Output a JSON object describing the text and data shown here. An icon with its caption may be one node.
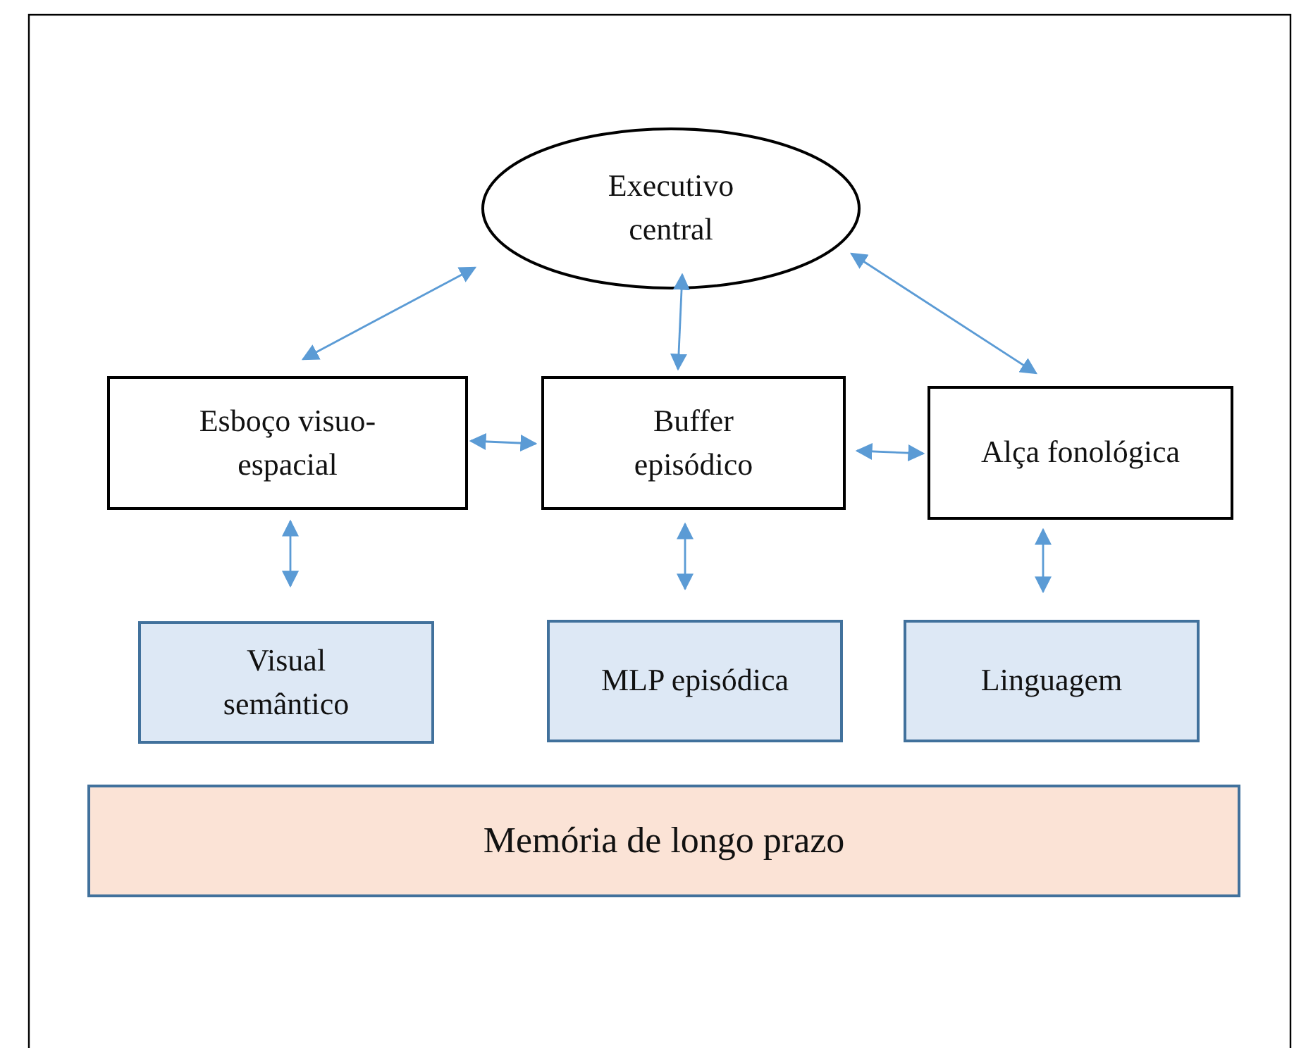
{
  "diagram": {
    "nodes": [
      {
        "text": [
          "Executivo central"
        ]
      },
      {
        "text": [
          "Esboço visuo-espacial"
        ]
      },
      {
        "text": [
          "Buffer episódico"
        ]
      },
      {
        "text": [
          "Alça fonológica"
        ]
      },
      {
        "text": [
          "Visual semântico"
        ]
      },
      {
        "text": [
          "MLP episódica"
        ]
      },
      {
        "text": [
          "Linguagem"
        ]
      },
      {
        "text": [
          "Memória de longo prazo"
        ]
      }
    ],
    "edges": [
      {
        "from": 0,
        "to": 1,
        "arrow": "both"
      },
      {
        "from": 0,
        "to": 2,
        "arrow": "both"
      },
      {
        "from": 0,
        "to": 3,
        "arrow": "both"
      },
      {
        "from": 1,
        "to": 2,
        "arrow": "both"
      },
      {
        "from": 2,
        "to": 3,
        "arrow": "both"
      },
      {
        "from": 1,
        "to": 4,
        "arrow": "both"
      },
      {
        "from": 2,
        "to": 5,
        "arrow": "both"
      },
      {
        "from": 3,
        "to": 6,
        "arrow": "both"
      }
    ]
  }
}
